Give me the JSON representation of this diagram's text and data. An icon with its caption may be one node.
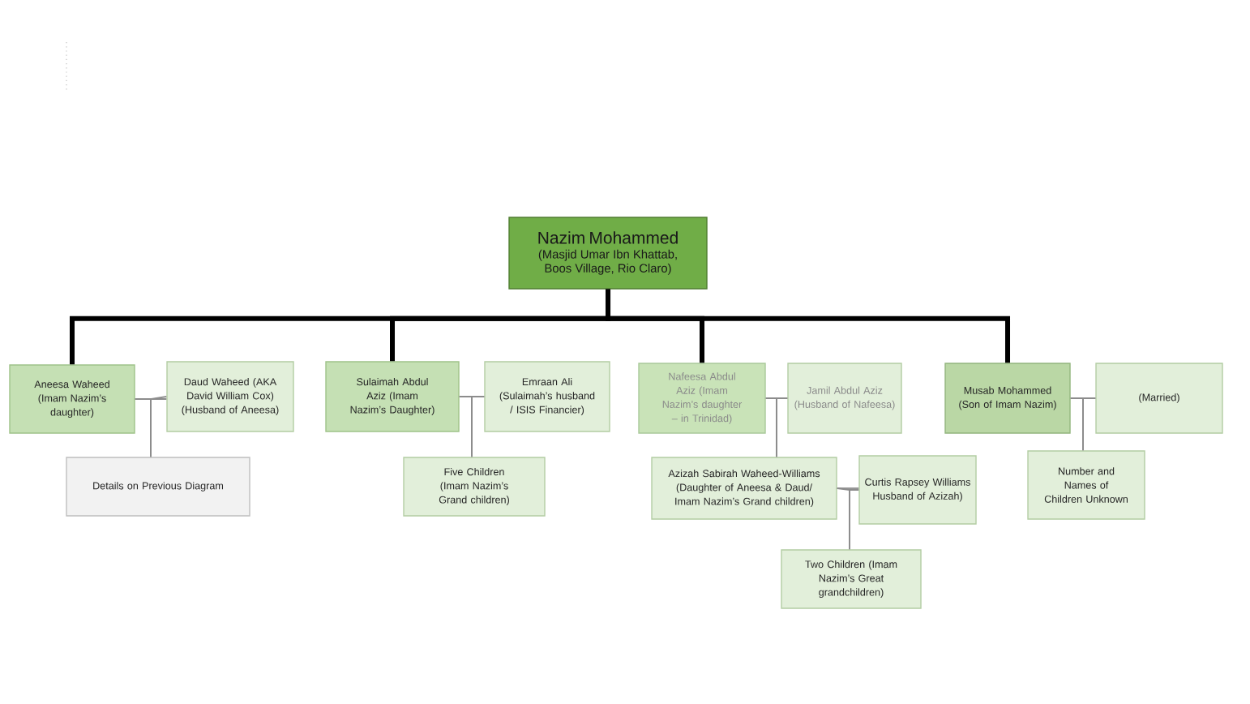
{
  "diagram": {
    "nodes": [
      {
        "text": [
          "Nazim Mohammed",
          "(Masjid Umar Ibn Khattab, Boos Village, Rio Claro)"
        ]
      },
      {
        "text": [
          "Aneesa Waheed (Imam Nazim’s daughter)"
        ]
      },
      {
        "text": [
          "Daud Waheed (AKA David William Cox) (Husband of Aneesa)"
        ]
      },
      {
        "text": [
          "Details on Previous Diagram"
        ]
      },
      {
        "text": [
          "Sulaimah Abdul Aziz (Imam Nazim’s Daughter)"
        ]
      },
      {
        "text": [
          "Emraan Ali (Sulaimah’s husband / ISIS Financier)"
        ]
      },
      {
        "text": [
          "Five Children (Imam Nazim’s Grand children)"
        ]
      },
      {
        "text": [
          "Nafeesa Abdul Aziz (Imam Nazim’s daughter – in Trinidad)"
        ]
      },
      {
        "text": [
          "Jamil Abdul Aziz (Husband of Nafeesa)"
        ]
      },
      {
        "text": [
          "Azizah Sabirah Waheed-Williams (Daughter of Aneesa & Daud/ Imam Nazim’s Grand children)"
        ]
      },
      {
        "text": [
          "Curtis Rapsey Williams Husband of Azizah)"
        ]
      },
      {
        "text": [
          "Two Children (Imam Nazim’s Great grandchildren)"
        ]
      },
      {
        "text": [
          "Musab Mohammed (Son of Imam Nazim)"
        ]
      },
      {
        "text": [
          "(Married)"
        ]
      },
      {
        "text": [
          "Number and Names of Children Unknown"
        ]
      }
    ],
    "edges": [
      {
        "from": 0,
        "to": 1,
        "arrow": "none",
        "style": "thick",
        "color": "#000000"
      },
      {
        "from": 0,
        "to": 4,
        "arrow": "none",
        "style": "thick",
        "color": "#000000"
      },
      {
        "from": 0,
        "to": 7,
        "arrow": "none",
        "style": "thick",
        "color": "#000000"
      },
      {
        "from": 0,
        "to": 12,
        "arrow": "none",
        "style": "thick",
        "color": "#000000"
      },
      {
        "from": 1,
        "to": 2,
        "arrow": "none"
      },
      {
        "from": 1,
        "to": 3,
        "arrow": "none"
      },
      {
        "from": 2,
        "to": 3,
        "arrow": "none"
      },
      {
        "from": 4,
        "to": 5,
        "arrow": "none"
      },
      {
        "from": 4,
        "to": 6,
        "arrow": "none"
      },
      {
        "from": 5,
        "to": 6,
        "arrow": "none"
      },
      {
        "from": 7,
        "to": 8,
        "arrow": "none"
      },
      {
        "from": 7,
        "to": 9,
        "arrow": "none"
      },
      {
        "from": 8,
        "to": 9,
        "arrow": "none"
      },
      {
        "from": 9,
        "to": 10,
        "arrow": "none"
      },
      {
        "from": 9,
        "to": 11,
        "arrow": "none"
      },
      {
        "from": 10,
        "to": 11,
        "arrow": "none"
      },
      {
        "from": 12,
        "to": 13,
        "arrow": "none"
      },
      {
        "from": 12,
        "to": 14,
        "arrow": "none"
      },
      {
        "from": 13,
        "to": 14,
        "arrow": "none"
      }
    ]
  }
}
